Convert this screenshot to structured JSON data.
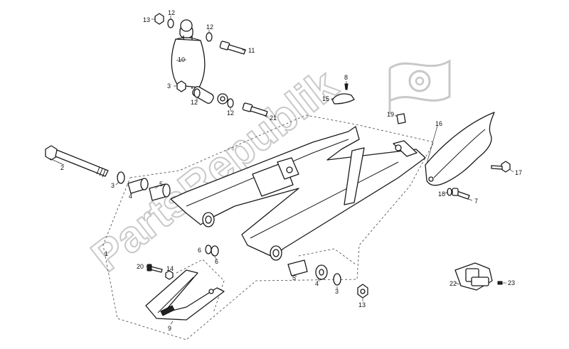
{
  "watermark": {
    "text": "PartsRepublik",
    "color": "#c8c8c8"
  },
  "callouts": [
    {
      "id": "c13a",
      "label": "13"
    },
    {
      "id": "c12a",
      "label": "12"
    },
    {
      "id": "c12b",
      "label": "12"
    },
    {
      "id": "c11",
      "label": "11"
    },
    {
      "id": "c10",
      "label": "10"
    },
    {
      "id": "c3a",
      "label": "3"
    },
    {
      "id": "c12c",
      "label": "12"
    },
    {
      "id": "c12d",
      "label": "12"
    },
    {
      "id": "c21",
      "label": "21"
    },
    {
      "id": "c8",
      "label": "8"
    },
    {
      "id": "c15",
      "label": "15"
    },
    {
      "id": "c19",
      "label": "19"
    },
    {
      "id": "c16",
      "label": "16"
    },
    {
      "id": "c17",
      "label": "17"
    },
    {
      "id": "c18",
      "label": "18"
    },
    {
      "id": "c7",
      "label": "7"
    },
    {
      "id": "c2",
      "label": "2"
    },
    {
      "id": "c3b",
      "label": "3"
    },
    {
      "id": "c4a",
      "label": "4"
    },
    {
      "id": "c5a",
      "label": "5"
    },
    {
      "id": "c1",
      "label": "1"
    },
    {
      "id": "c6a",
      "label": "6"
    },
    {
      "id": "c6b",
      "label": "6"
    },
    {
      "id": "c20",
      "label": "20"
    },
    {
      "id": "c14",
      "label": "14"
    },
    {
      "id": "c5b",
      "label": "5"
    },
    {
      "id": "c4b",
      "label": "4"
    },
    {
      "id": "c3c",
      "label": "3"
    },
    {
      "id": "c13b",
      "label": "13"
    },
    {
      "id": "c9",
      "label": "9"
    },
    {
      "id": "c22",
      "label": "22"
    },
    {
      "id": "c23",
      "label": "23"
    }
  ]
}
